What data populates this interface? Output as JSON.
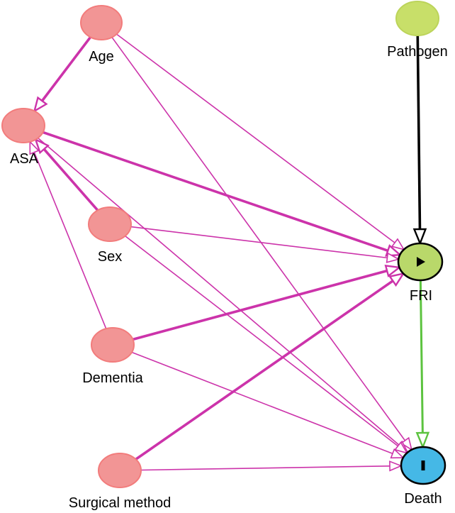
{
  "nodes": {
    "age": {
      "label": "Age",
      "role": "ancestor"
    },
    "asa": {
      "label": "ASA",
      "role": "ancestor"
    },
    "sex": {
      "label": "Sex",
      "role": "ancestor"
    },
    "dementia": {
      "label": "Dementia",
      "role": "ancestor"
    },
    "surgical_method": {
      "label": "Surgical method",
      "role": "ancestor"
    },
    "pathogen": {
      "label": "Pathogen",
      "role": "ancestor-of-exposure"
    },
    "fri": {
      "label": "FRI",
      "role": "exposure",
      "marker": "play-icon"
    },
    "death": {
      "label": "Death",
      "role": "outcome",
      "marker": "bar-icon"
    }
  },
  "edges": [
    {
      "from": "age",
      "to": "asa",
      "style": "biasing-bold"
    },
    {
      "from": "age",
      "to": "fri",
      "style": "biasing"
    },
    {
      "from": "age",
      "to": "death",
      "style": "biasing"
    },
    {
      "from": "asa",
      "to": "fri",
      "style": "biasing-bold"
    },
    {
      "from": "asa",
      "to": "death",
      "style": "biasing"
    },
    {
      "from": "sex",
      "to": "asa",
      "style": "biasing-bold"
    },
    {
      "from": "sex",
      "to": "fri",
      "style": "biasing"
    },
    {
      "from": "sex",
      "to": "death",
      "style": "biasing"
    },
    {
      "from": "dementia",
      "to": "asa",
      "style": "biasing"
    },
    {
      "from": "dementia",
      "to": "fri",
      "style": "biasing-bold"
    },
    {
      "from": "dementia",
      "to": "death",
      "style": "biasing"
    },
    {
      "from": "surgical_method",
      "to": "fri",
      "style": "biasing-bold"
    },
    {
      "from": "surgical_method",
      "to": "death",
      "style": "biasing"
    },
    {
      "from": "pathogen",
      "to": "fri",
      "style": "neutral"
    },
    {
      "from": "fri",
      "to": "death",
      "style": "causal"
    }
  ],
  "colors": {
    "ancestor_fill": "#f29595",
    "ancestor_stroke": "#f27c7c",
    "pathogen_fill": "#c8df69",
    "pathogen_stroke": "#bcd45a",
    "exposure_fill": "#b9d86a",
    "outcome_fill": "#45b8e6",
    "node_outline": "#000000",
    "biasing_edge": "#cc33aa",
    "neutral_edge": "#000000",
    "causal_edge": "#5cc33f"
  }
}
